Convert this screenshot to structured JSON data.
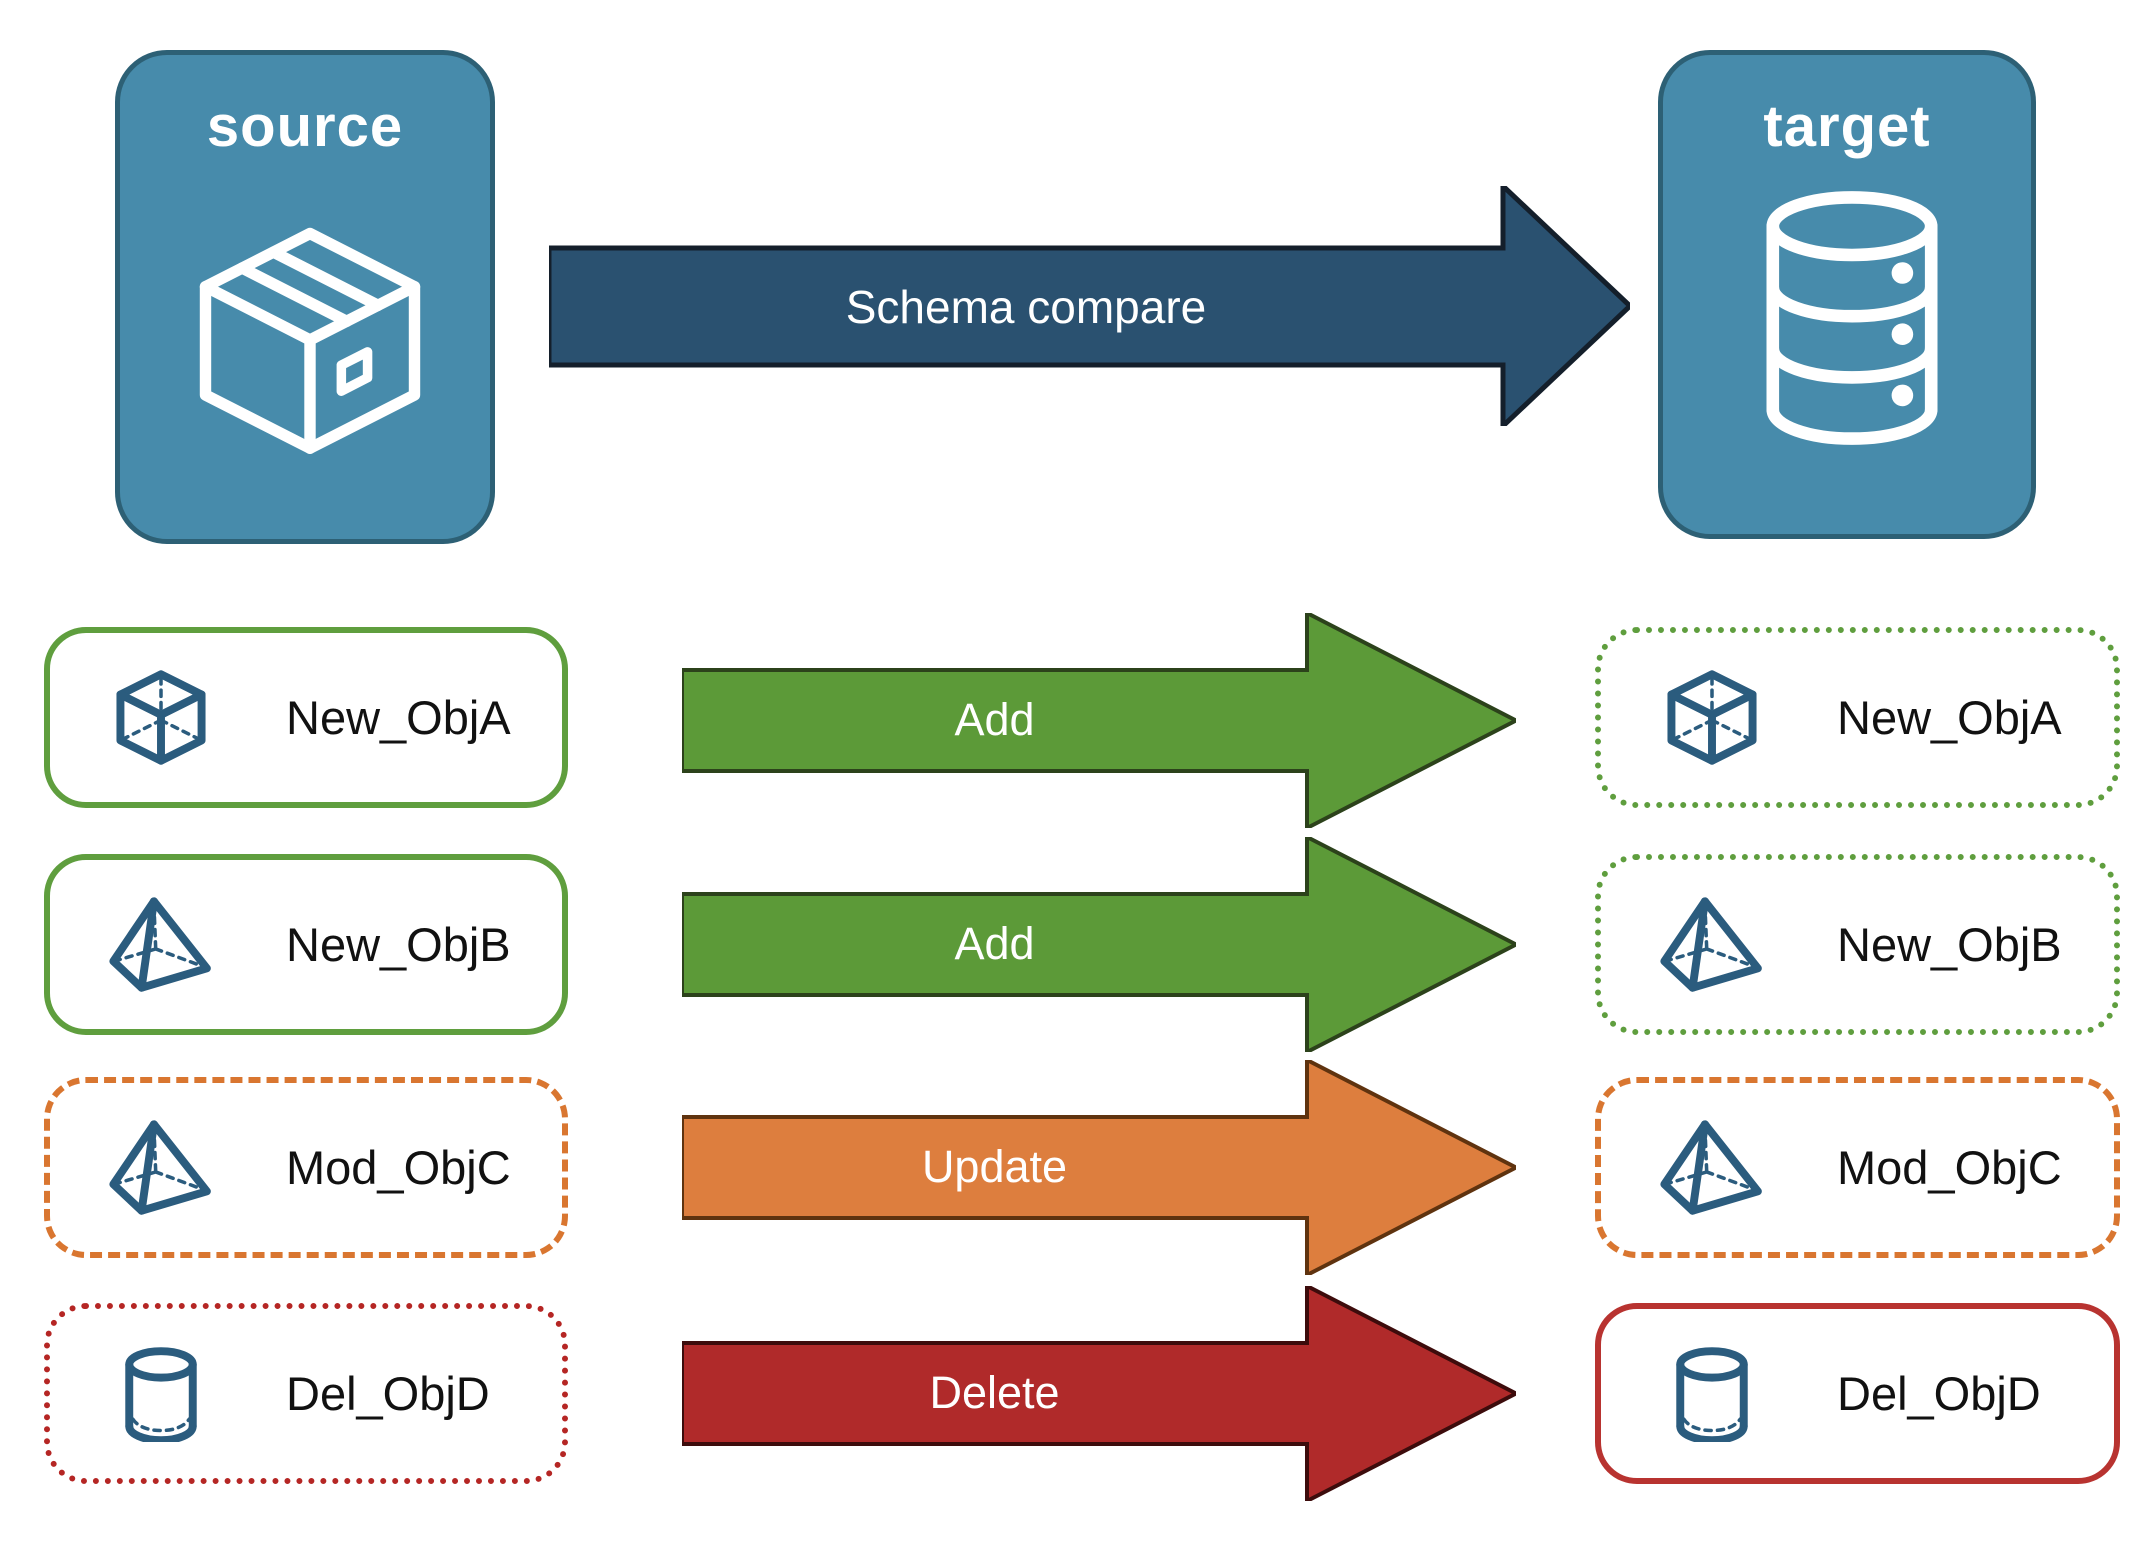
{
  "diagram_title": "Schema compare",
  "colors": {
    "background": "#ffffff",
    "node_fill": "#478bab",
    "node_border": "#2d6075",
    "compare_arrow_fill": "#2a5170",
    "compare_arrow_stroke": "#141f2b",
    "add_arrow_fill": "#5c9a38",
    "add_arrow_stroke": "#2c421b",
    "update_arrow_fill": "#dd7e3e",
    "update_arrow_stroke": "#5f330f",
    "delete_arrow_fill": "#b02a2a",
    "delete_arrow_stroke": "#3d0c0c",
    "new_object_border_green": "#5f9e3e",
    "modified_object_border_orange": "#d97630",
    "deleted_object_border_red": "#b52624",
    "object_icon_blue": "#2b5c7e",
    "label_text": "#111111",
    "arrow_text": "#ffffff"
  },
  "source_node": {
    "label": "source",
    "icon": "package-icon"
  },
  "target_node": {
    "label": "target",
    "icon": "database-icon"
  },
  "compare_arrow": {
    "label": "Schema compare",
    "fill": "#2a5170"
  },
  "rows": [
    {
      "source": {
        "label": "New_ObjA",
        "icon": "cube-icon",
        "border_style": "solid green"
      },
      "arrow": {
        "label": "Add",
        "fill": "#5c9a38"
      },
      "target": {
        "label": "New_ObjA",
        "icon": "cube-icon",
        "border_style": "dotted green"
      }
    },
    {
      "source": {
        "label": "New_ObjB",
        "icon": "pyramid-icon",
        "border_style": "solid green"
      },
      "arrow": {
        "label": "Add",
        "fill": "#5c9a38"
      },
      "target": {
        "label": "New_ObjB",
        "icon": "pyramid-icon",
        "border_style": "dotted green"
      }
    },
    {
      "source": {
        "label": "Mod_ObjC",
        "icon": "pyramid-icon",
        "border_style": "dashed orange"
      },
      "arrow": {
        "label": "Update",
        "fill": "#dd7e3e"
      },
      "target": {
        "label": "Mod_ObjC",
        "icon": "pyramid-icon",
        "border_style": "dashed orange"
      }
    },
    {
      "source": {
        "label": "Del_ObjD",
        "icon": "cylinder-icon",
        "border_style": "dotted red"
      },
      "arrow": {
        "label": "Delete",
        "fill": "#b02a2a"
      },
      "target": {
        "label": "Del_ObjD",
        "icon": "cylinder-icon",
        "border_style": "solid red"
      }
    }
  ]
}
